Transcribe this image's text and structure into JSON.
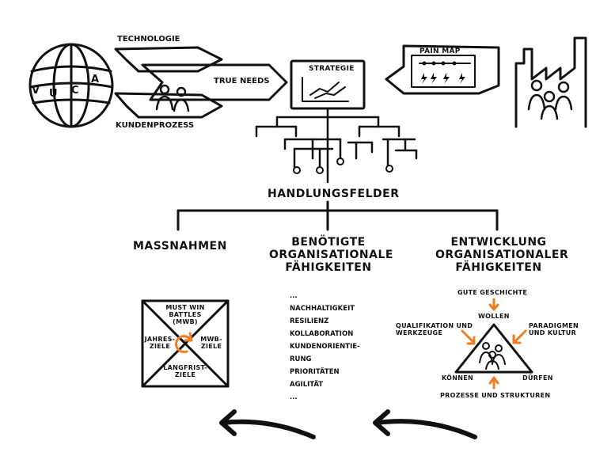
{
  "colors": {
    "ink": "#111111",
    "accent": "#f07d1e"
  },
  "vuca": [
    "V",
    "U",
    "C",
    "A"
  ],
  "top": {
    "technologie": "TECHNOLOGIE",
    "true_needs": "TRUE NEEDS",
    "kundenprozess": "KUNDENPROZESS",
    "strategie": "STRATEGIE",
    "pain_map": "PAIN MAP"
  },
  "handlungsfelder": "HANDLUNGSFELDER",
  "columns": {
    "massnahmen": "MASSNAHMEN",
    "benoetigte": [
      "BENÖTIGTE",
      "ORGANISATIONALE",
      "FÄHIGKEITEN"
    ],
    "entwicklung": [
      "ENTWICKLUNG",
      "ORGANISATIONALER",
      "FÄHIGKEITEN"
    ]
  },
  "square": {
    "top": [
      "MUST WIN",
      "BATTLES",
      "(MWB)"
    ],
    "left": [
      "JAHRES-",
      "ZIELE"
    ],
    "right": [
      "MWB-",
      "ZIELE"
    ],
    "bottom": [
      "LANGFRIST-",
      "ZIELE"
    ]
  },
  "list": [
    "...",
    "NACHHALTIGKEIT",
    "RESILIENZ",
    "KOLLABORATION",
    "KUNDENORIENTIE-",
    "RUNG",
    "PRIORITÄTEN",
    "AGILITÄT",
    "..."
  ],
  "triangle": {
    "gute_geschichte": "GUTE GESCHICHTE",
    "wollen": "WOLLEN",
    "qualifikation": [
      "QUALIFIKATION UND",
      "WERKZEUGE"
    ],
    "paradigmen": [
      "PARADIGMEN",
      "UND KULTUR"
    ],
    "koennen": "KÖNNEN",
    "duerfen": "DÜRFEN",
    "prozesse": "PROZESSE UND STRUKTUREN"
  }
}
